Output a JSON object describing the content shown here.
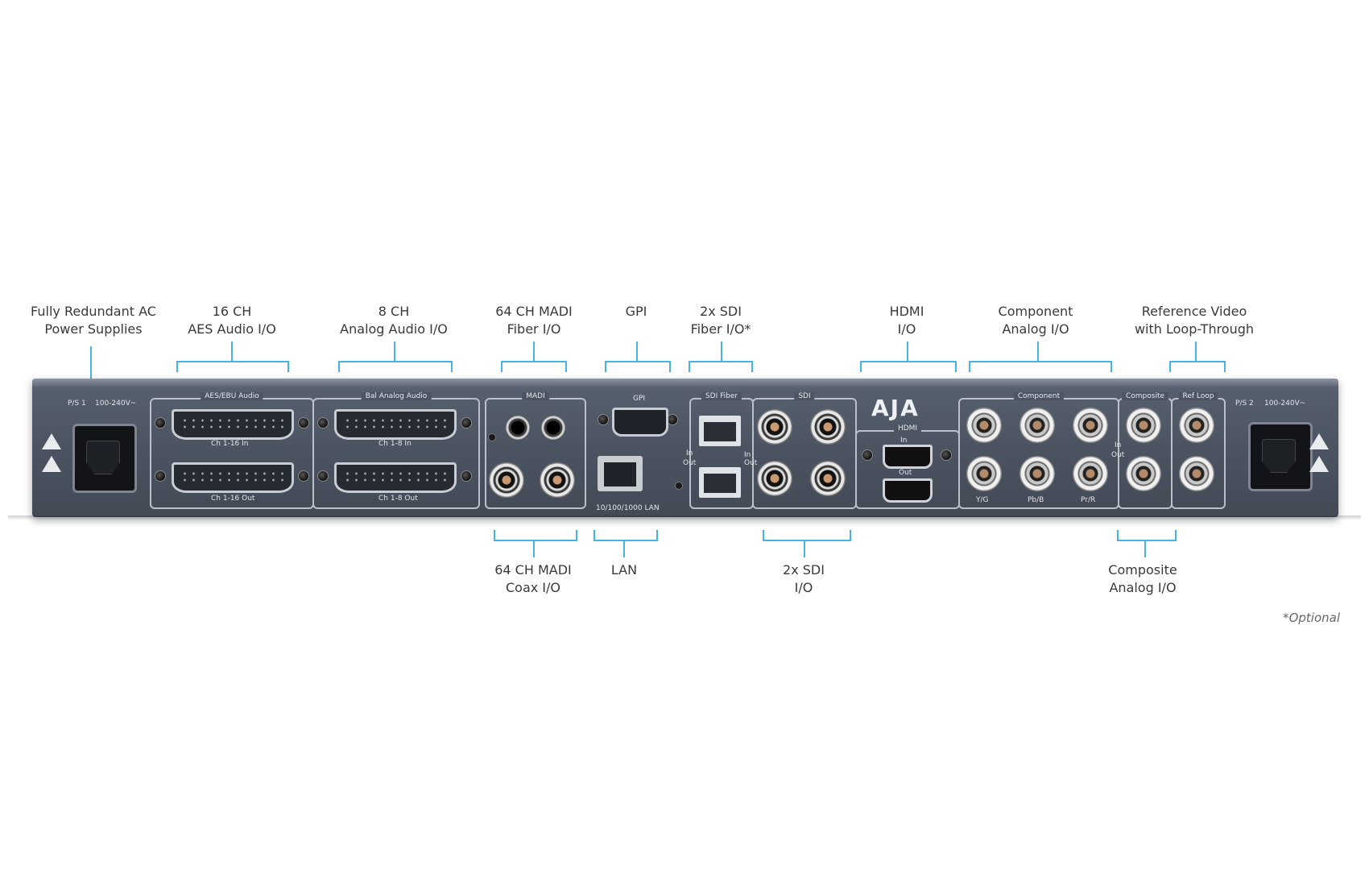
{
  "top_labels": [
    {
      "line1": "Fully Redundant AC",
      "line2": "Power Supplies"
    },
    {
      "line1": "16 CH",
      "line2": "AES Audio I/O"
    },
    {
      "line1": "8 CH",
      "line2": "Analog Audio I/O"
    },
    {
      "line1": "64 CH MADI",
      "line2": "Fiber I/O"
    },
    {
      "line1": "GPI",
      "line2": ""
    },
    {
      "line1": "2x SDI",
      "line2": "Fiber I/O*"
    },
    {
      "line1": "HDMI",
      "line2": "I/O"
    },
    {
      "line1": "Component",
      "line2": "Analog I/O"
    },
    {
      "line1": "Reference Video",
      "line2": "with Loop-Through"
    }
  ],
  "bottom_labels": [
    {
      "line1": "64 CH MADI",
      "line2": "Coax I/O"
    },
    {
      "line1": "LAN",
      "line2": ""
    },
    {
      "line1": "2x SDI",
      "line2": "I/O"
    },
    {
      "line1": "Composite",
      "line2": "Analog I/O"
    }
  ],
  "footnote": "*Optional",
  "device": {
    "logo": "AJA",
    "psu1_label": "P/S 1",
    "psu2_label": "P/S 2",
    "psu_rating": "100-240V~",
    "aes_panel": "AES/EBU Audio",
    "analog_panel": "Bal Analog Audio",
    "aes_in": "Ch 1-16 In",
    "aes_out": "Ch 1-16 Out",
    "analog_in": "Ch 1-8 In",
    "analog_out": "Ch 1-8 Out",
    "madi_panel": "MADI",
    "gpi_panel": "GPI",
    "lan_label": "10/100/1000 LAN",
    "sdi_fiber_panel": "SDI Fiber",
    "sdi_panel": "SDI",
    "hdmi_panel": "HDMI",
    "hdmi_in": "In",
    "hdmi_out": "Out",
    "component_panel": "Component",
    "composite_panel": "Composite",
    "ref_panel": "Ref Loop",
    "in_label": "In",
    "out_label": "Out",
    "comp_y": "Y/G",
    "comp_pb": "Pb/B",
    "comp_pr": "Pr/R"
  }
}
